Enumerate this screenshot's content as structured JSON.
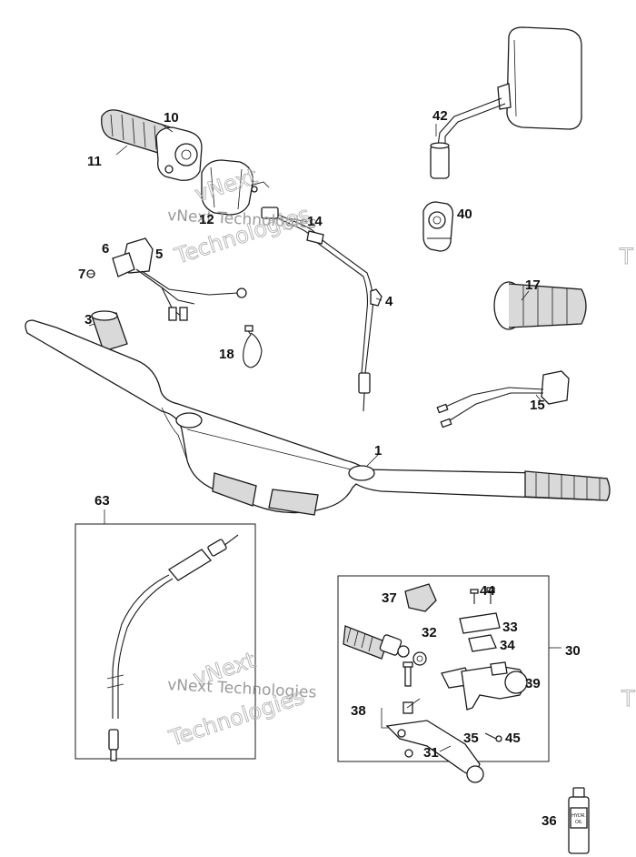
{
  "callouts": {
    "c1": "1",
    "c3": "3",
    "c4": "4",
    "c5": "5",
    "c6": "6",
    "c7": "7",
    "c10": "10",
    "c11": "11",
    "c12": "12",
    "c14": "14",
    "c15": "15",
    "c17": "17",
    "c18": "18",
    "c30": "30",
    "c31": "31",
    "c32": "32",
    "c33": "33",
    "c34": "34",
    "c35": "35",
    "c36": "36",
    "c37": "37",
    "c38": "38",
    "c39": "39",
    "c40": "40",
    "c42": "42",
    "c44": "44",
    "c45": "45",
    "c63": "63"
  },
  "watermark": {
    "line1": "vNext",
    "line2": "Technologies",
    "full": "vNext Technologies",
    "edge": "T"
  },
  "bottle_label": {
    "l1": "HYDR.",
    "l2": "OIL"
  }
}
